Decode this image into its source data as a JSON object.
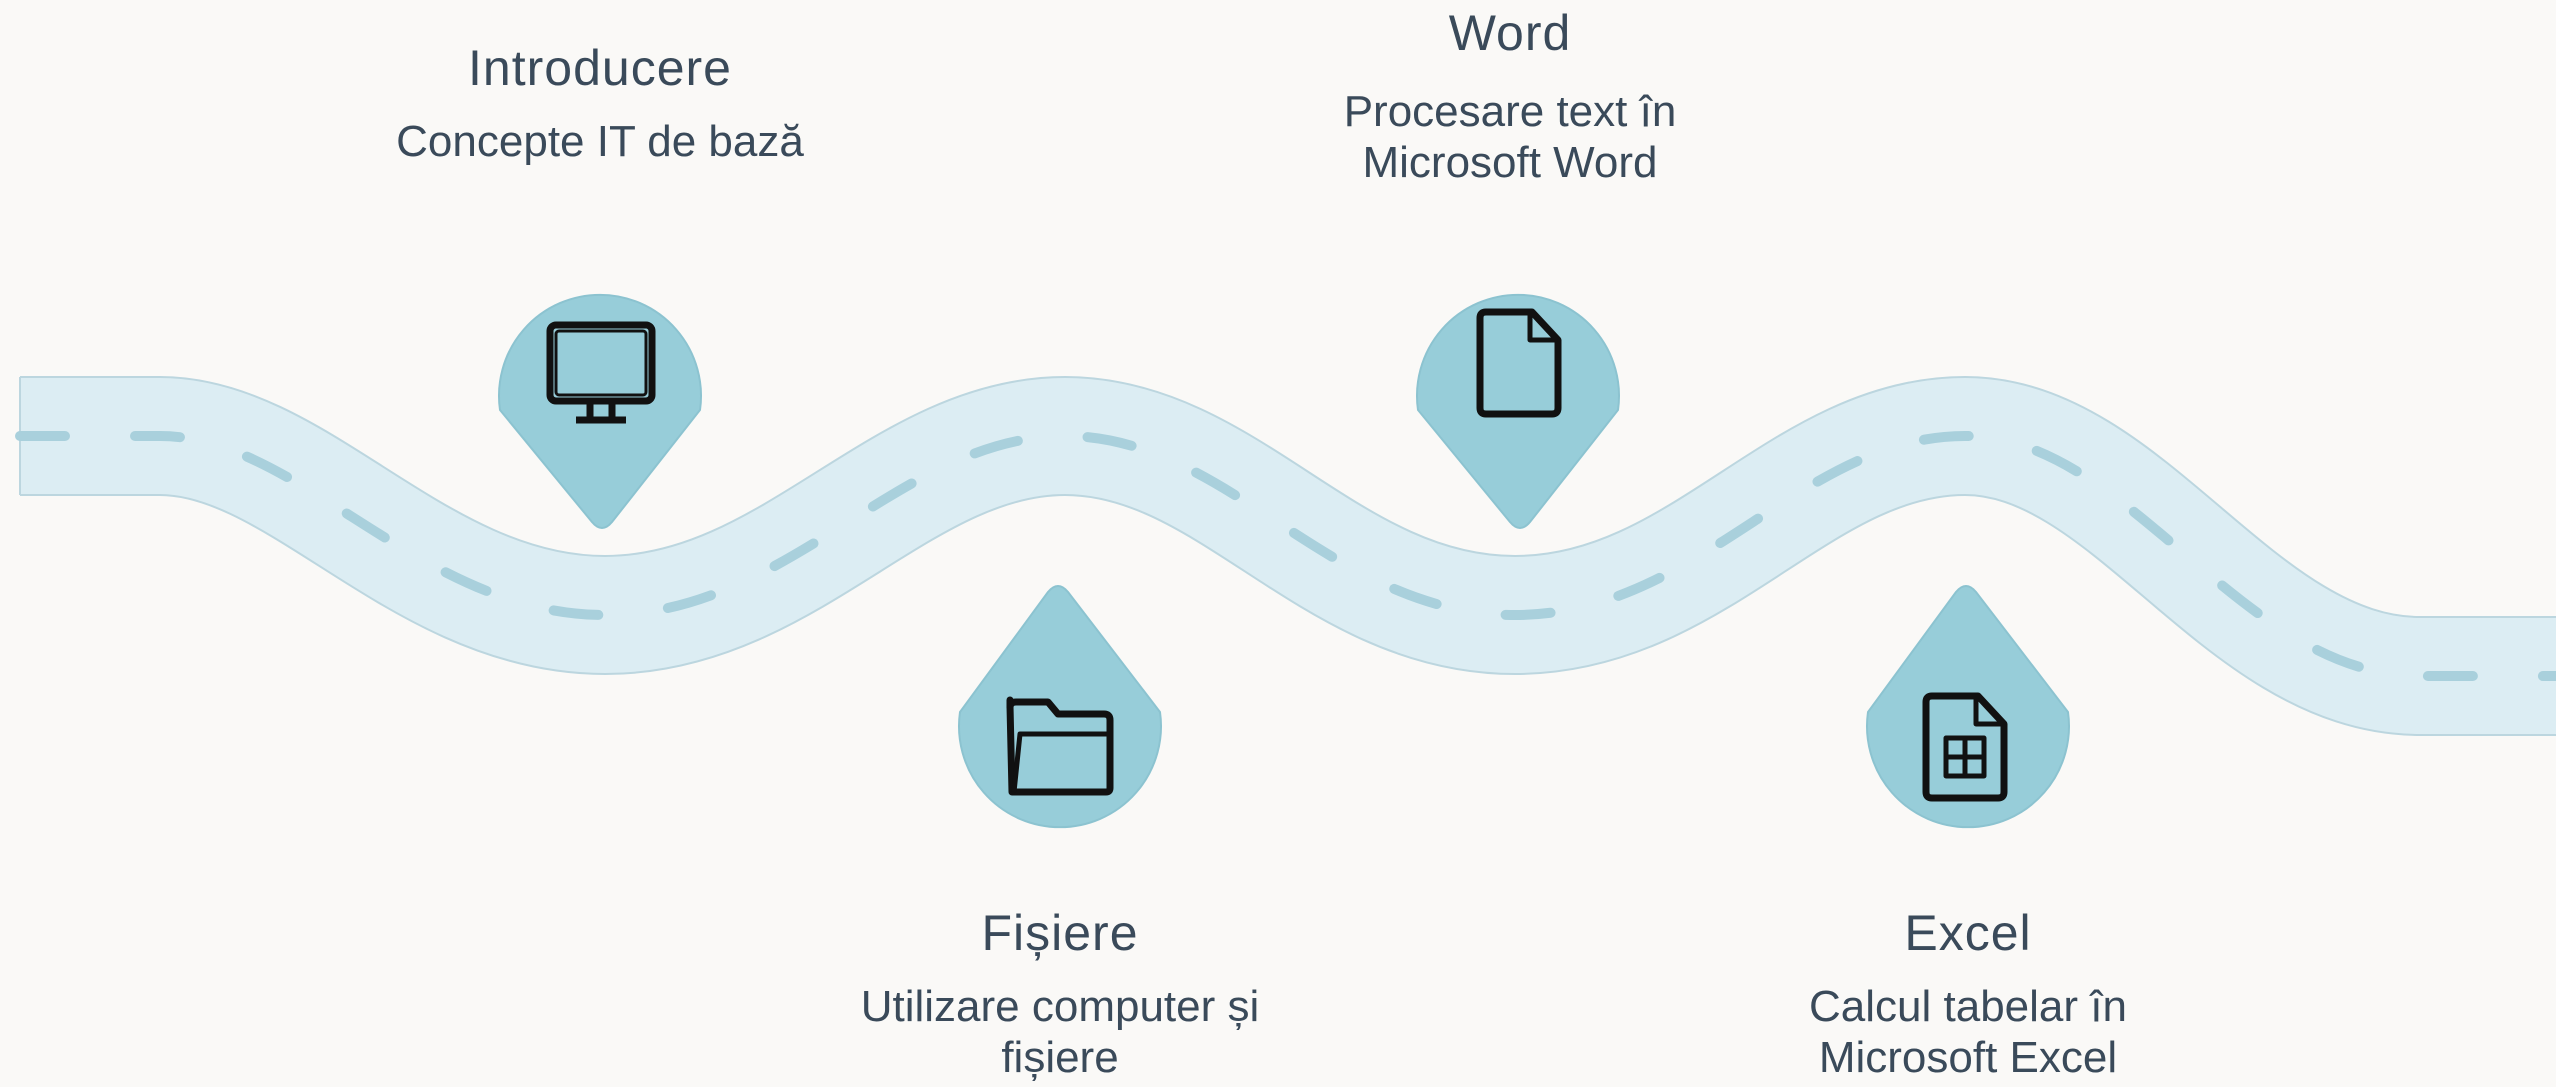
{
  "colors": {
    "background": "#faf9f7",
    "road": "#dcedf3",
    "road_edge": "#bcd6df",
    "road_dash": "#a9d0dc",
    "pin": "#97cdd9",
    "icon": "#111111",
    "text": "#3a4a5a"
  },
  "steps": [
    {
      "title": "Introducere",
      "description": "Concepte IT de bază",
      "icon": "monitor-icon",
      "pin_direction": "down"
    },
    {
      "title": "Word",
      "description": [
        "Procesare text în",
        "Microsoft Word"
      ],
      "icon": "document-icon",
      "pin_direction": "down"
    },
    {
      "title": "Fișiere",
      "description": [
        "Utilizare computer și",
        "fișiere"
      ],
      "icon": "folder-icon",
      "pin_direction": "up"
    },
    {
      "title": "Excel",
      "description": [
        "Calcul tabelar în",
        "Microsoft Excel"
      ],
      "icon": "spreadsheet-icon",
      "pin_direction": "up"
    }
  ]
}
